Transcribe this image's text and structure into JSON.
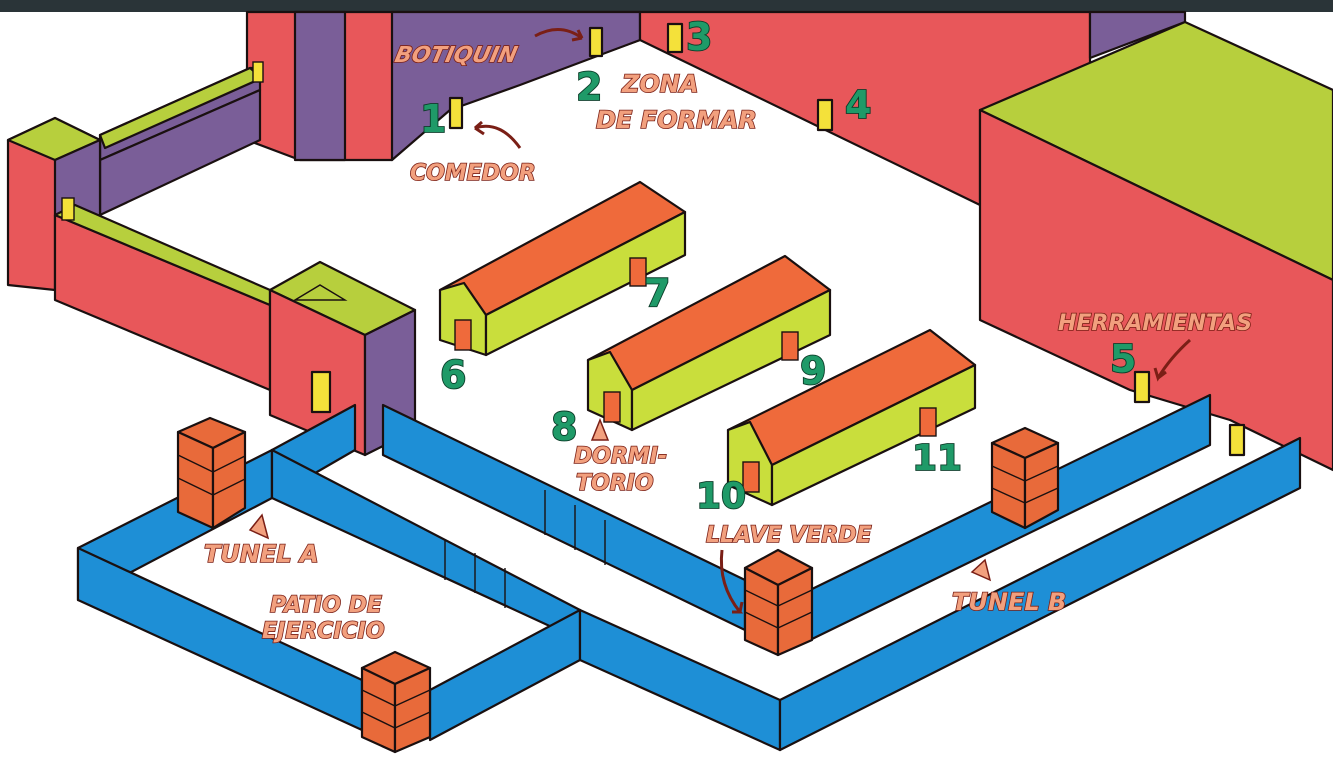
{
  "labels": {
    "botiquin": "BOTIQUIN",
    "comedor": "COMEDOR",
    "zona_formar_1": "ZONA",
    "zona_formar_2": "DE FORMAR",
    "herramientas": "HERRAMIENTAS",
    "dormitorio_1": "DORMI-",
    "dormitorio_2": "TORIO",
    "llave_verde": "LLAVE VERDE",
    "tunel_a": "TUNEL A",
    "tunel_b": "TUNEL B",
    "patio_1": "PATIO DE",
    "patio_2": "EJERCICIO"
  },
  "numbers": {
    "n1": "1",
    "n2": "2",
    "n3": "3",
    "n4": "4",
    "n5": "5",
    "n6": "6",
    "n7": "7",
    "n8": "8",
    "n9": "9",
    "n10": "10",
    "n11": "11"
  },
  "colors": {
    "wall_red": "#e8575a",
    "wall_purple": "#7a5e98",
    "roof_green": "#b7cf3d",
    "barrack_wall": "#c9de3c",
    "barrack_roof": "#ef6a3b",
    "door_yellow": "#f4e13a",
    "door_orange": "#ef6a3b",
    "fence_blue": "#1e8fd6",
    "tower_orange": "#e86a3a",
    "label_fill": "#f2a07e",
    "number_green": "#1f9a68"
  }
}
